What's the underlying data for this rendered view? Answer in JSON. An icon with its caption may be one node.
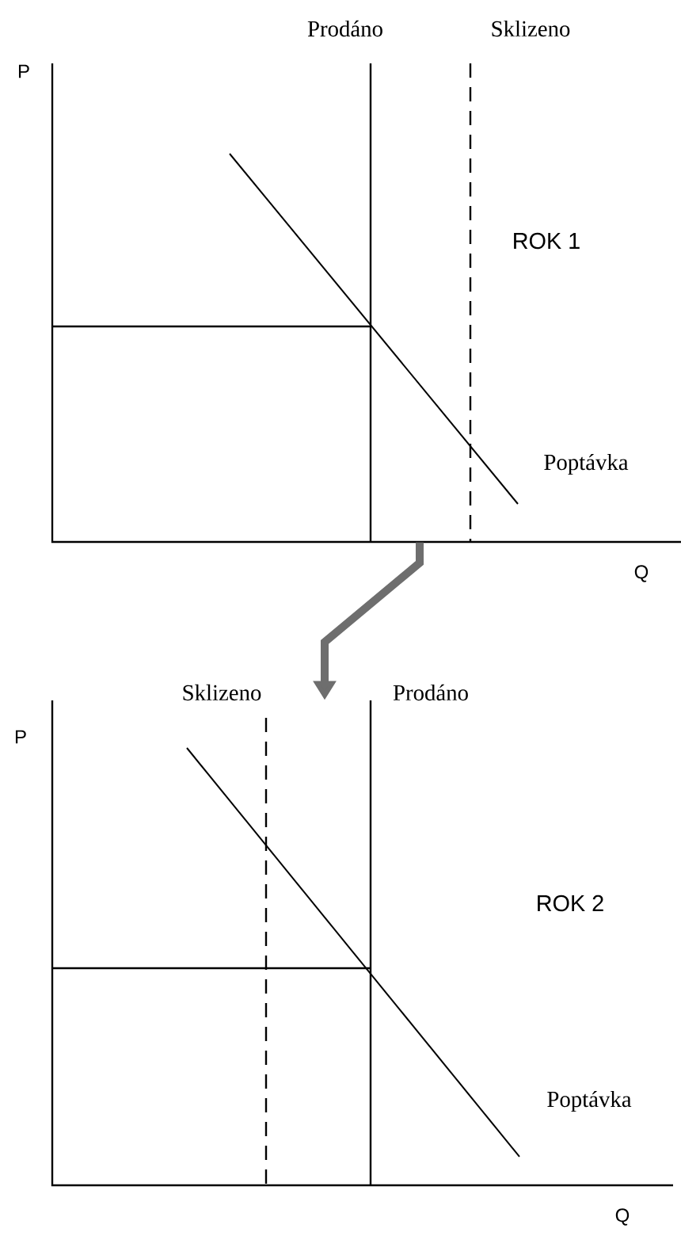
{
  "diagram": {
    "nodes": [
      {
        "text": [],
        "shape": "picture"
      },
      {
        "text": [],
        "shape": "picture"
      }
    ],
    "edges": [
      {
        "from": 0,
        "to": 1,
        "arrow": "to"
      }
    ],
    "labels": [
      "Prodáno",
      "Sklizeno",
      "P",
      "ROK 1",
      "Poptávka",
      "Q",
      "Sklizeno",
      "Prodáno",
      "P",
      "ROK 2",
      "Poptávka",
      "Q"
    ]
  }
}
